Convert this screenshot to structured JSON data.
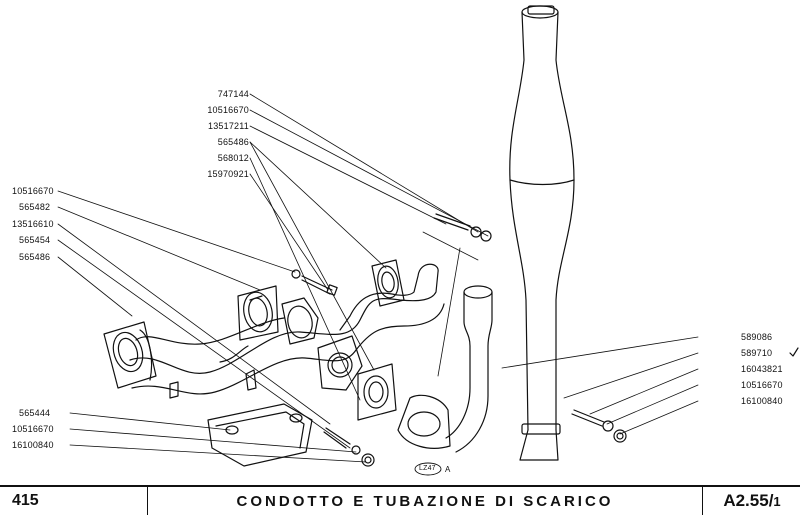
{
  "callouts_upper": [
    "747144",
    "10516670",
    "13517211",
    "565486",
    "568012",
    "15970921"
  ],
  "callouts_left": [
    "10516670",
    "565482",
    "13516610",
    "565454",
    "565486"
  ],
  "callouts_lower_left": [
    "565444",
    "10516670",
    "16100840"
  ],
  "callouts_right": [
    "589086",
    "589710",
    "16043821",
    "10516670",
    "16100840"
  ],
  "check_mark": "✓",
  "stamp": "LZ47",
  "stamp_letter": "A",
  "footer": {
    "page_number": "415",
    "title": "CONDOTTO E TUBAZIONE DI SCARICO",
    "reference": "A2.55/",
    "reference_sub": "1"
  }
}
